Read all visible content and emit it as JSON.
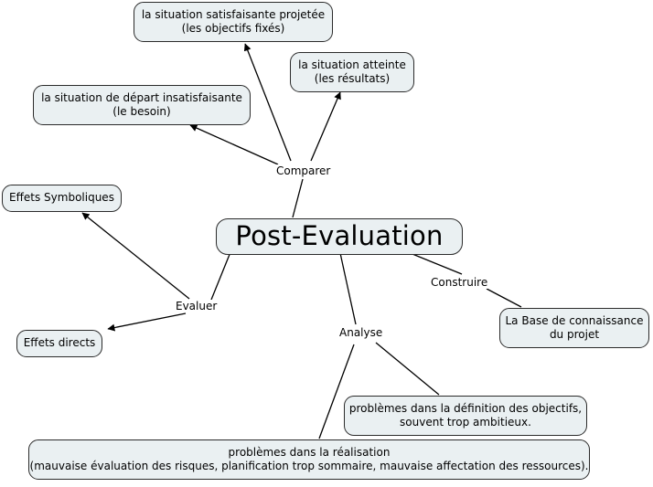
{
  "diagram": {
    "title": "Post-Evaluation",
    "colors": {
      "node_fill": "#eaf0f2",
      "node_border": "#2b2b2b",
      "edge_stroke": "#000000",
      "background": "#ffffff",
      "text": "#000000"
    },
    "central_node": {
      "id": "post-evaluation",
      "label": "Post-Evaluation"
    },
    "nodes": [
      {
        "id": "situation-projetee",
        "line1": "la situation satisfaisante projetée",
        "line2": "(les objectifs fixés)",
        "label": "la situation satisfaisante projetée\n(les objectifs fixés)"
      },
      {
        "id": "situation-atteinte",
        "line1": "la situation atteinte",
        "line2": "(les résultats)",
        "label": "la situation atteinte\n(les résultats)"
      },
      {
        "id": "situation-depart",
        "line1": "la situation de départ insatisfaisante",
        "line2": "(le besoin)",
        "label": "la situation de départ insatisfaisante\n(le besoin)"
      },
      {
        "id": "effets-symboliques",
        "label": "Effets Symboliques"
      },
      {
        "id": "effets-directs",
        "label": "Effets directs"
      },
      {
        "id": "base-connaissance",
        "line1": "La Base de connaissance",
        "line2": "du projet",
        "label": "La Base de connaissance\ndu projet"
      },
      {
        "id": "problemes-definition",
        "line1": "problèmes dans la définition des objectifs,",
        "line2": "souvent trop ambitieux.",
        "label": "problèmes dans la définition des objectifs,\nsouvent trop ambitieux."
      },
      {
        "id": "problemes-realisation",
        "line1": "problèmes dans la réalisation",
        "line2": "(mauvaise évaluation des risques, planification trop sommaire, mauvaise affectation des ressources).",
        "label": "problèmes dans la réalisation\n(mauvaise évaluation des risques, planification trop sommaire, mauvaise affectation des ressources)."
      }
    ],
    "edge_labels": [
      {
        "id": "comparer",
        "label": "Comparer"
      },
      {
        "id": "evaluer",
        "label": "Evaluer"
      },
      {
        "id": "construire",
        "label": "Construire"
      },
      {
        "id": "analyse",
        "label": "Analyse"
      }
    ]
  }
}
